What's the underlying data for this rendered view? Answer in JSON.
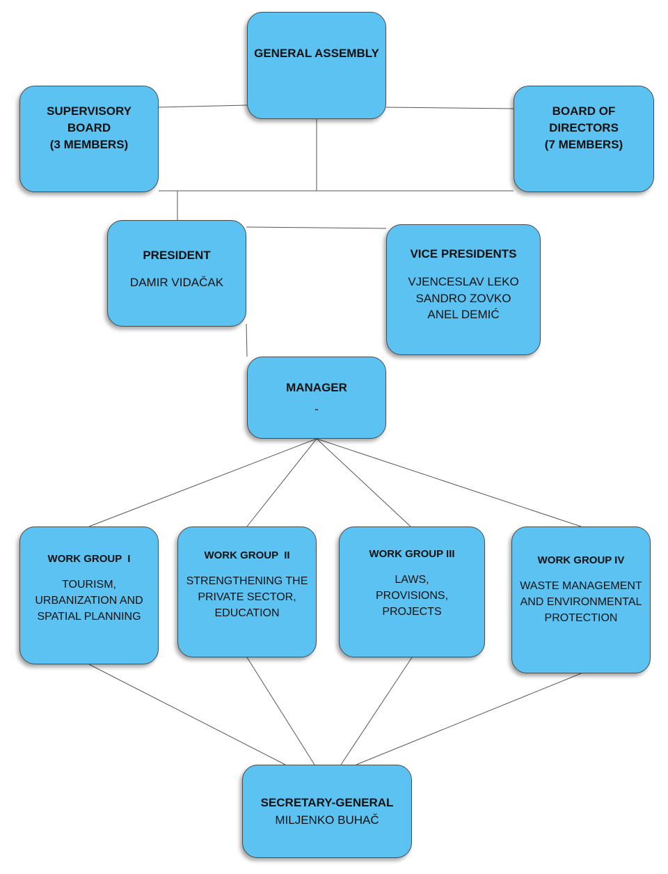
{
  "general_assembly": {
    "title": "GENERAL ASSEMBLY"
  },
  "supervisory_board": {
    "title": "SUPERVISORY BOARD",
    "subtitle": "(3 MEMBERS)"
  },
  "board_of_directors": {
    "title": "BOARD OF DIRECTORS",
    "subtitle": "(7 MEMBERS)"
  },
  "president": {
    "title": "PRESIDENT",
    "name": "DAMIR VIDAČAK"
  },
  "vice_presidents": {
    "title": "VICE PRESIDENTS",
    "names": [
      "VJENCESLAV LEKO",
      "SANDRO ZOVKO",
      "ANEL DEMIĆ"
    ]
  },
  "manager": {
    "title": "MANAGER",
    "name": "-"
  },
  "work_groups": [
    {
      "title": "WORK GROUP  I",
      "description": "TOURISM, URBANIZATION AND SPATIAL PLANNING"
    },
    {
      "title": "WORK GROUP  II",
      "description": "STRENGTHENING THE PRIVATE SECTOR, EDUCATION"
    },
    {
      "title": "WORK GROUP III",
      "description": "LAWS, PROVISIONS, PROJECTS"
    },
    {
      "title": "WORK GROUP IV",
      "description": "WASTE MANAGEMENT AND ENVIRONMENTAL PROTECTION"
    }
  ],
  "secretary_general": {
    "title": "SECRETARY-GENERAL",
    "name": "MILJENKO BUHAČ"
  }
}
